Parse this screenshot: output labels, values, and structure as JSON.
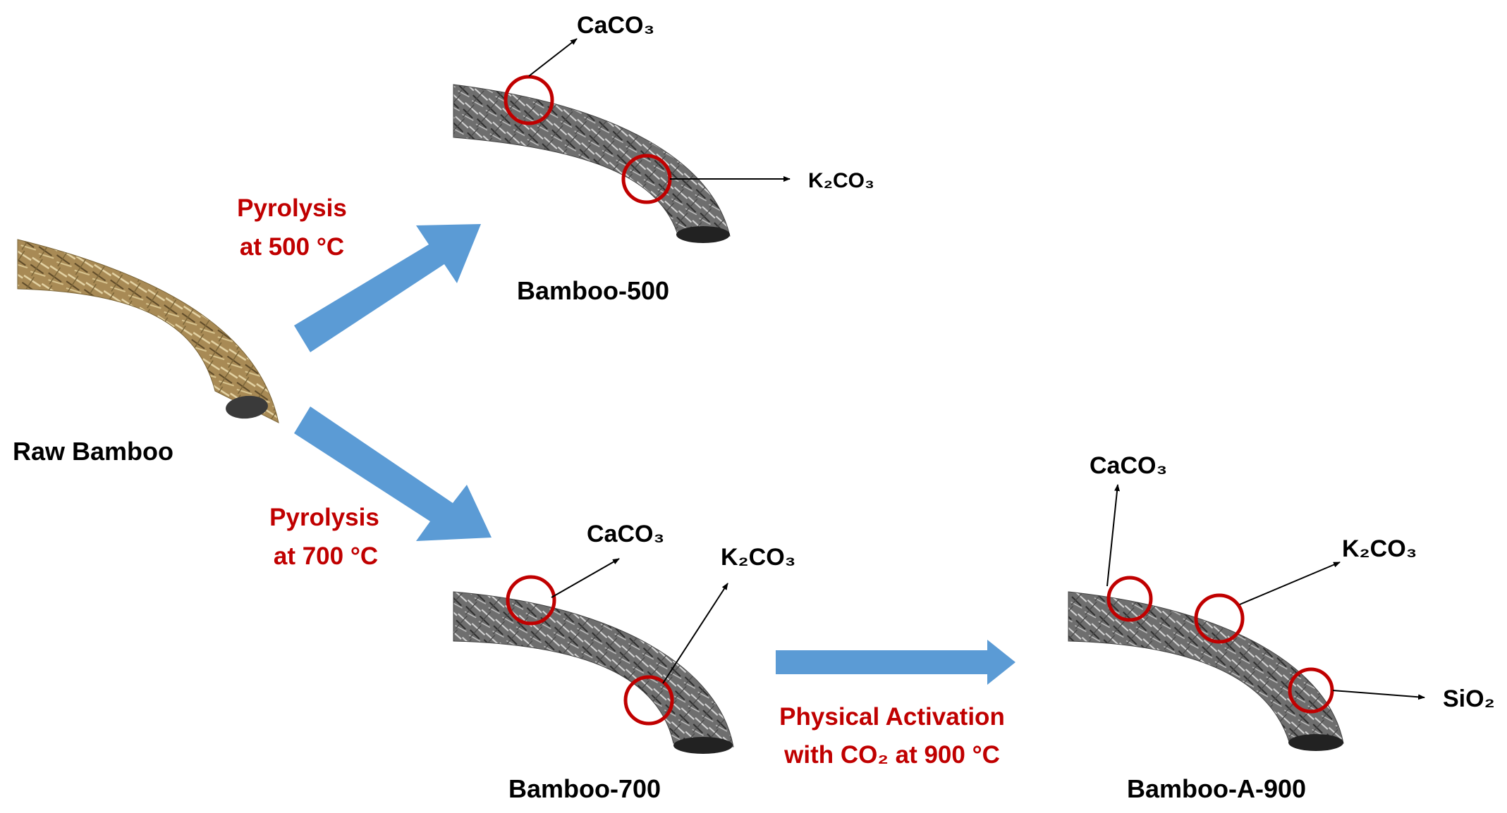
{
  "materials": {
    "raw": "Raw Bamboo",
    "b500": "Bamboo-500",
    "b700": "Bamboo-700",
    "ba900": "Bamboo-A-900"
  },
  "processes": {
    "p500_line1": "Pyrolysis",
    "p500_line2": "at 500 °C",
    "p700_line1": "Pyrolysis",
    "p700_line2": "at 700 °C",
    "act_line1": "Physical Activation",
    "act_line2": "with CO₂ at 900 °C"
  },
  "annotations": {
    "b500_caco3": "CaCO₃",
    "b500_k2co3": "K₂CO₃",
    "b700_caco3": "CaCO₃",
    "b700_k2co3": "K₂CO₃",
    "ba900_caco3": "CaCO₃",
    "ba900_k2co3": "K₂CO₃",
    "ba900_sio2": "SiO₂"
  },
  "colors": {
    "arrow": "#5B9BD5",
    "process_text": "#C00000",
    "highlight_circle": "#C00000",
    "raw_bamboo": "#A88A55",
    "carbon": "#6E6E6E"
  }
}
